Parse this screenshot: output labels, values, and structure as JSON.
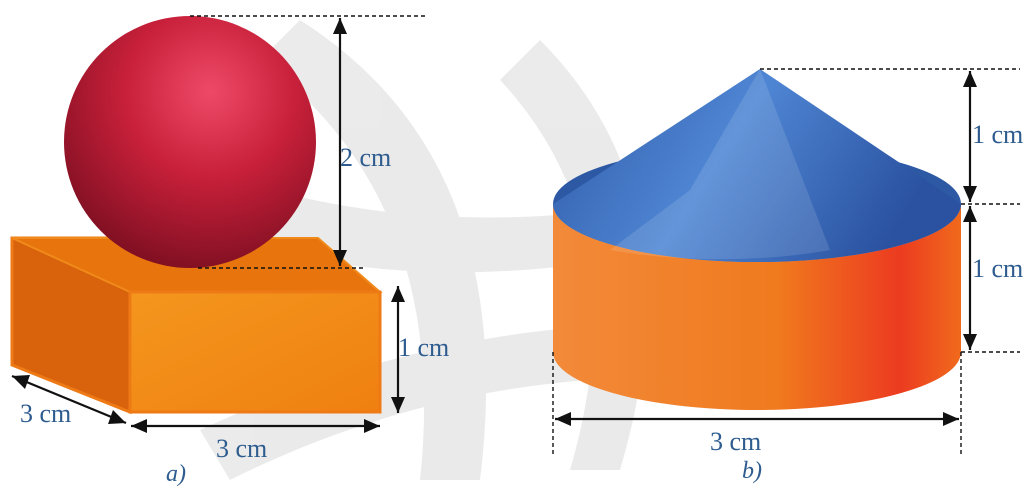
{
  "figure_a": {
    "caption": "a)",
    "sphere_label": "2 cm",
    "box_height_label": "1 cm",
    "box_depth_label": "3 cm",
    "box_width_label": "3 cm"
  },
  "figure_b": {
    "caption": "b)",
    "cone_height_label": "1 cm",
    "cylinder_height_label": "1 cm",
    "diameter_label": "3 cm"
  },
  "colors": {
    "sphere": "#c8203a",
    "box_front": "#f28a12",
    "box_side": "#d9620c",
    "cone": "#3566b8",
    "cylinder": "#f06a1c",
    "label_text": "#2e5c8f"
  }
}
